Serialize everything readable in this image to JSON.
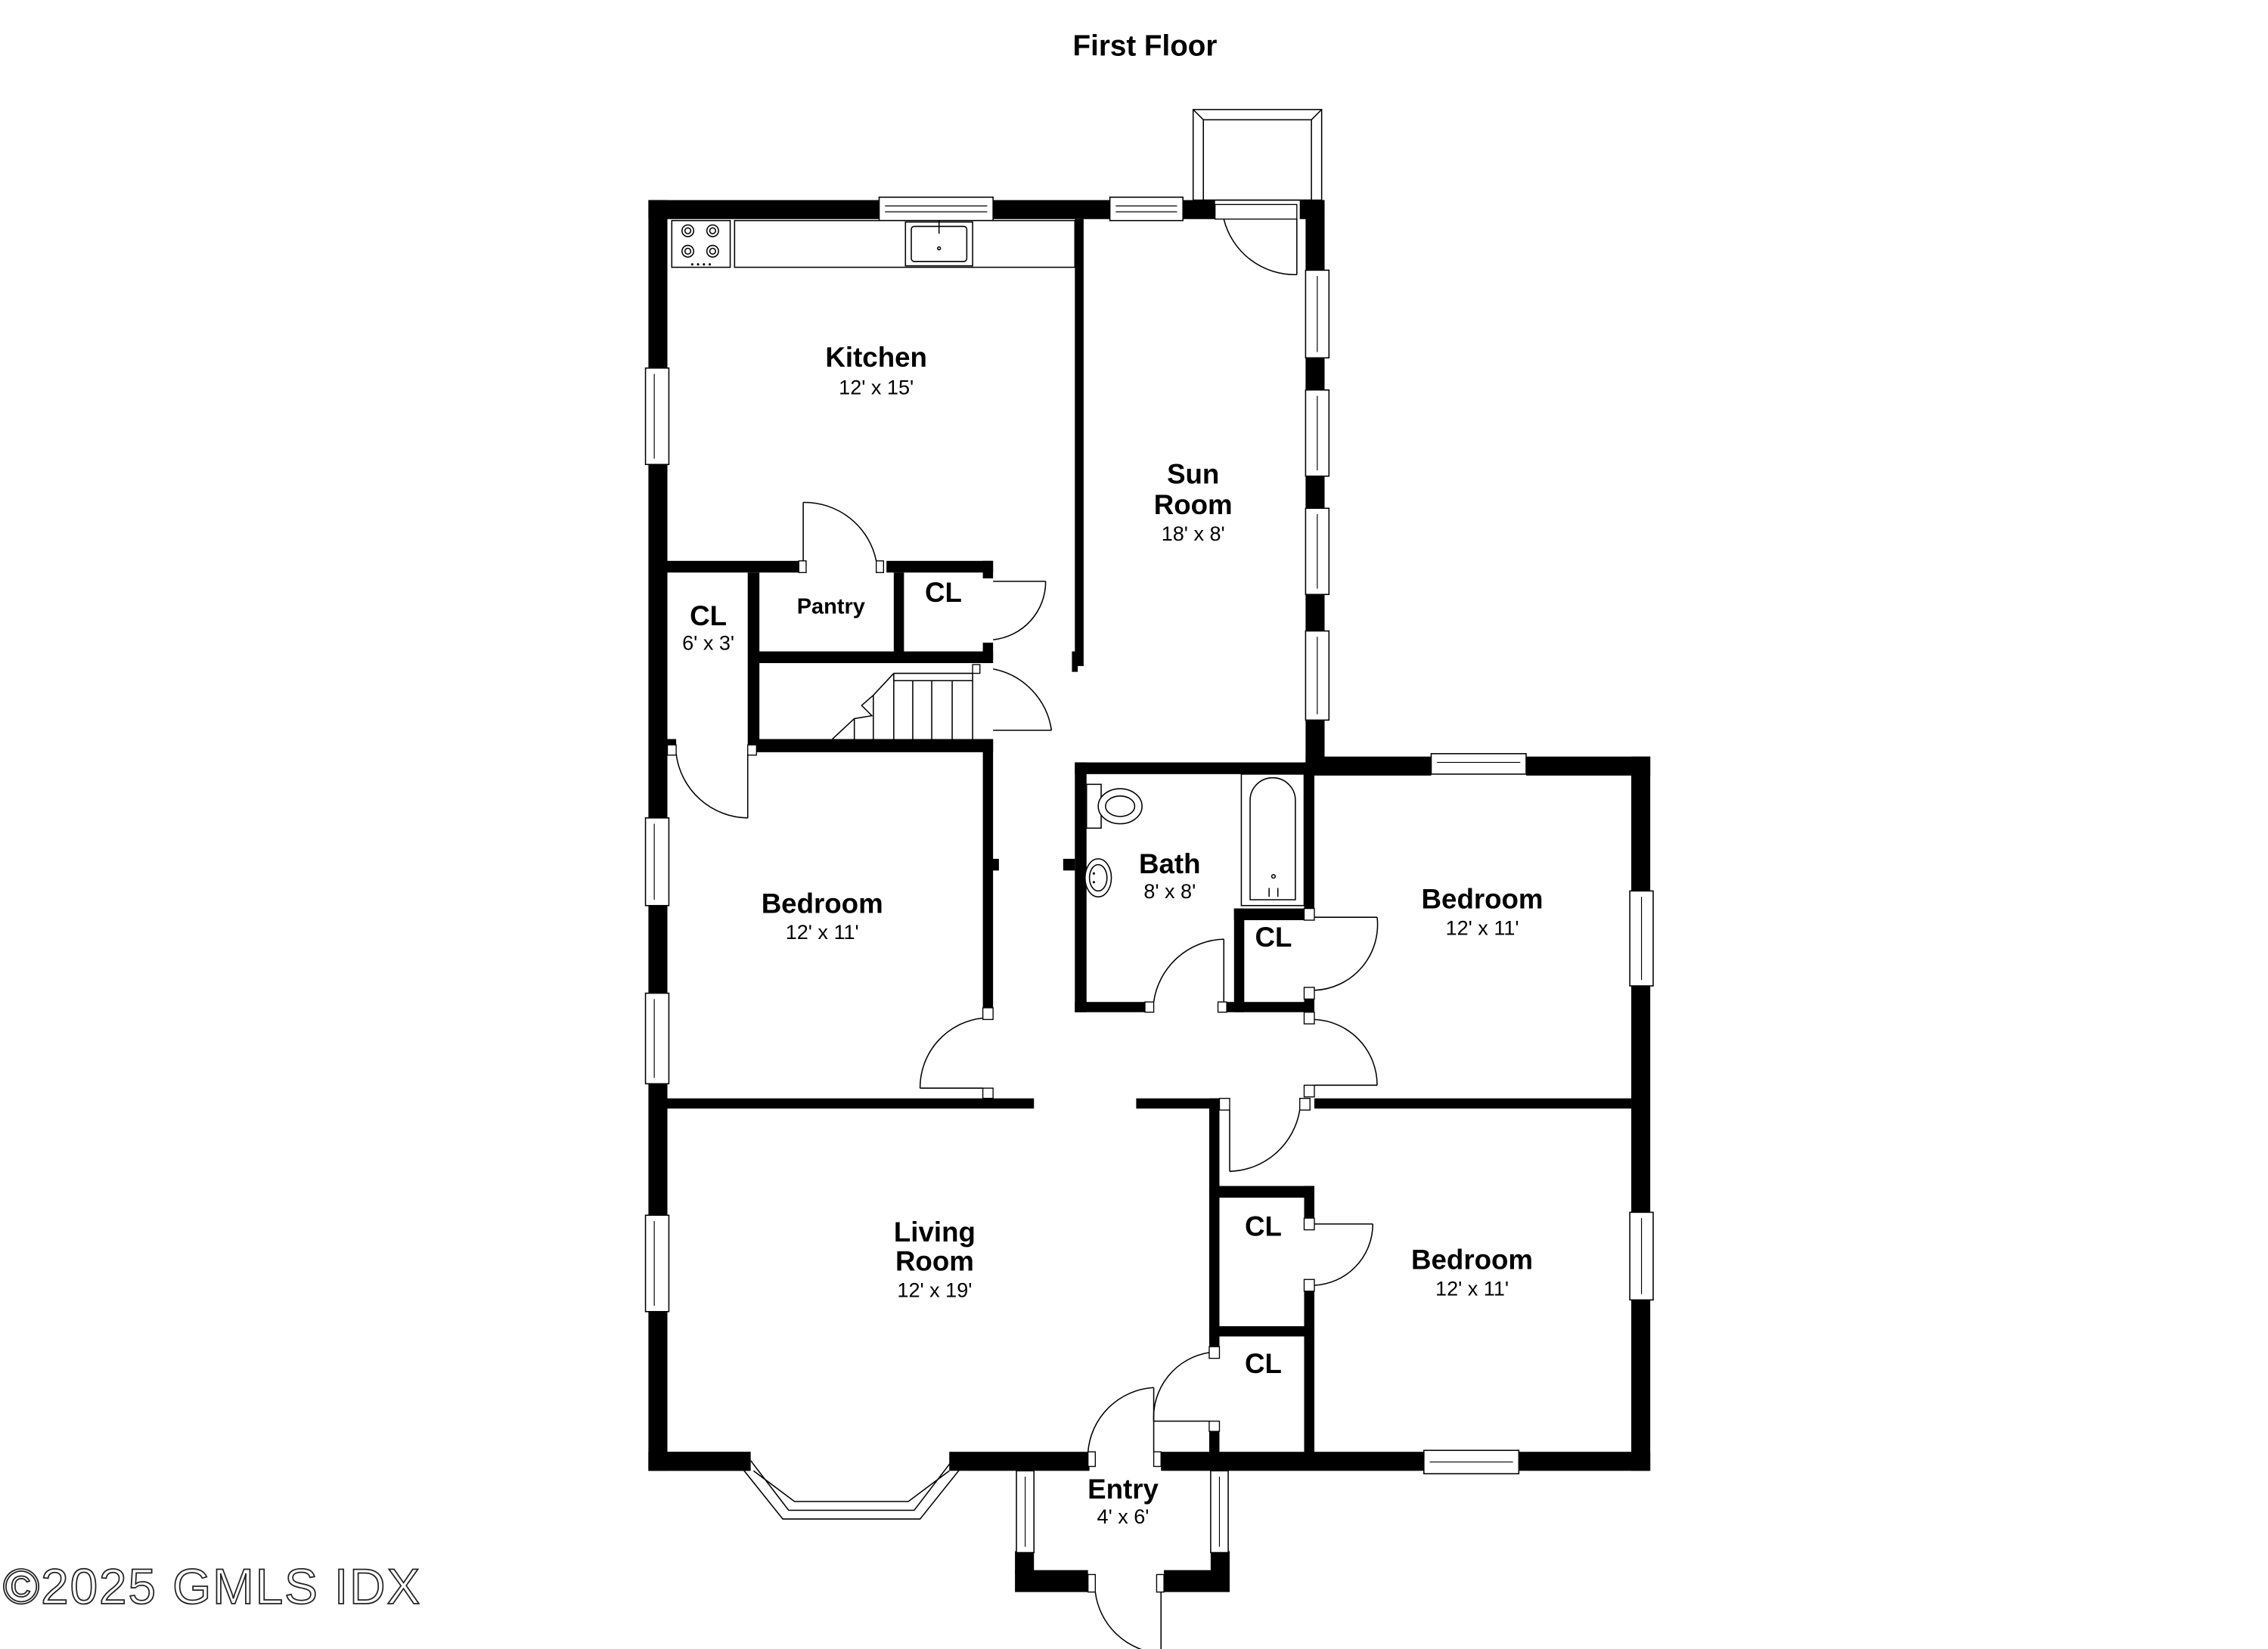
{
  "title": "First Floor",
  "watermark": "©2025 GMLS IDX",
  "colors": {
    "wall": "#000000",
    "background": "#ffffff"
  },
  "rooms": {
    "kitchen": {
      "name": "Kitchen",
      "dims": "12' x 15'"
    },
    "sun_room": {
      "name_line1": "Sun",
      "name_line2": "Room",
      "dims": "18' x 8'"
    },
    "pantry": {
      "name": "Pantry"
    },
    "closet_pantry": {
      "name": "CL"
    },
    "closet_hall": {
      "name": "CL",
      "dims": "6' x 3'"
    },
    "bedroom_1": {
      "name": "Bedroom",
      "dims": "12' x 11'"
    },
    "bath": {
      "name": "Bath",
      "dims": "8' x 8'"
    },
    "closet_bath": {
      "name": "CL"
    },
    "bedroom_2": {
      "name": "Bedroom",
      "dims": "12' x 11'"
    },
    "living_room": {
      "name_line1": "Living",
      "name_line2": "Room",
      "dims": "12' x 19'"
    },
    "closet_bed3_upper": {
      "name": "CL"
    },
    "closet_bed3_lower": {
      "name": "CL"
    },
    "bedroom_3": {
      "name": "Bedroom",
      "dims": "12' x 11'"
    },
    "entry": {
      "name": "Entry",
      "dims": "4' x 6'"
    }
  },
  "fixtures": [
    "stove-icon",
    "sink-icon",
    "toilet-icon",
    "bathtub-icon",
    "bath-sink-icon",
    "stairs-icon",
    "bay-window-icon"
  ]
}
